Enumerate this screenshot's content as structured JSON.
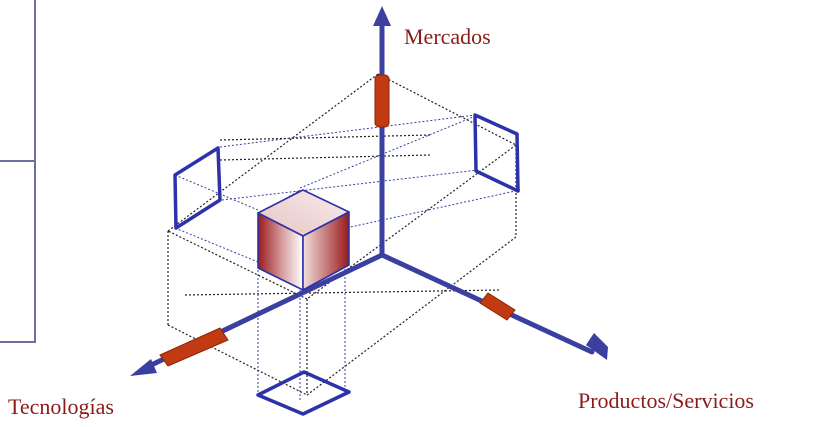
{
  "axes": {
    "vertical_label": "Mercados",
    "left_label": "Tecnologías",
    "right_label": "Productos/Servicios"
  },
  "colors": {
    "axis": "#3b3fa0",
    "marker": "#c23a12",
    "label": "#8b1a1a",
    "cube_dark": "#a01818"
  }
}
